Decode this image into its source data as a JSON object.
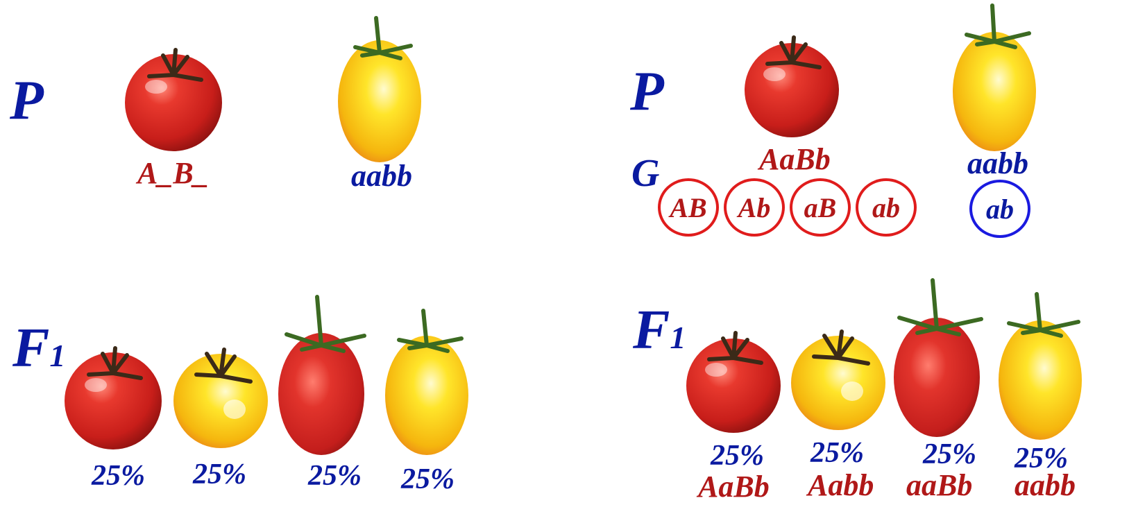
{
  "left": {
    "p_label": "P",
    "p_genotypes": [
      "A_B_",
      "aabb"
    ],
    "f1_label": "F",
    "f1_subscript": "1",
    "f1_percents": [
      "25%",
      "25%",
      "25%",
      "25%"
    ]
  },
  "right": {
    "p_label": "P",
    "p_genotypes": [
      "AaBb",
      "aabb"
    ],
    "g_label": "G",
    "gametes_parent1": [
      "AB",
      "Ab",
      "aB",
      "ab"
    ],
    "gametes_parent2": [
      "ab"
    ],
    "f1_label": "F",
    "f1_subscript": "1",
    "f1_percents": [
      "25%",
      "25%",
      "25%",
      "25%"
    ],
    "f1_genotypes": [
      "AaBb",
      "Aabb",
      "aaBb",
      "aabb"
    ]
  },
  "colors": {
    "label_blue": "#0a1aa0",
    "genotype_red": "#b01818",
    "gamete_ring_red": "#e01c1c",
    "gamete_ring_blue": "#1a1ae0",
    "red_fruit": "#d92a24",
    "yellow_fruit": "#f7d21a"
  }
}
